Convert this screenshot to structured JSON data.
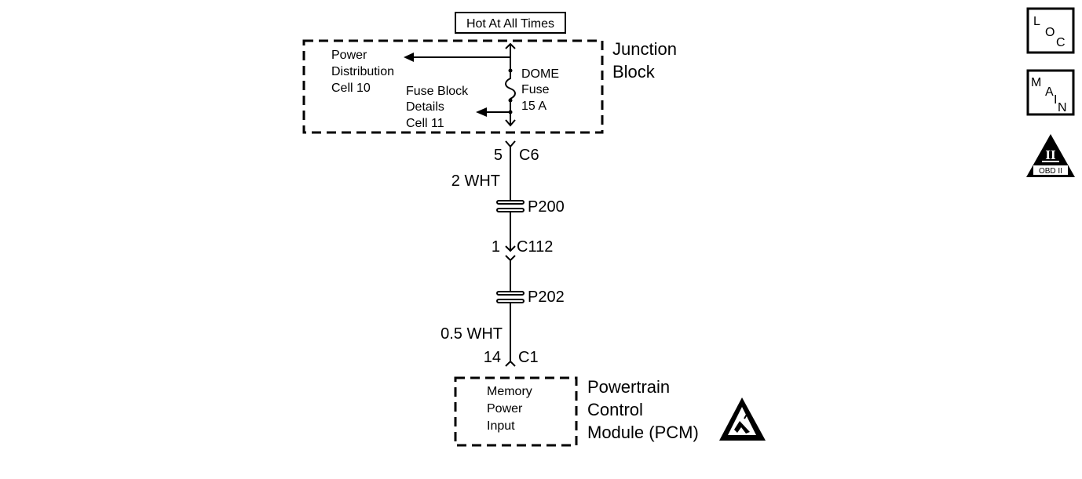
{
  "header": {
    "hot_label": "Hot At All Times"
  },
  "junction_block": {
    "title_line1": "Junction",
    "title_line2": "Block",
    "power_dist_line1": "Power",
    "power_dist_line2": "Distribution",
    "power_dist_line3": "Cell 10",
    "fuse_block_line1": "Fuse Block",
    "fuse_block_line2": "Details",
    "fuse_block_line3": "Cell 11",
    "fuse_line1": "DOME",
    "fuse_line2": "Fuse",
    "fuse_line3": "15 A"
  },
  "circuit": {
    "c6_pin": "5",
    "c6_label": "C6",
    "wire1": "2 WHT",
    "p200": "P200",
    "c112_pin": "1",
    "c112_label": "C112",
    "p202": "P202",
    "wire2": "0.5 WHT",
    "c1_pin": "14",
    "c1_label": "C1"
  },
  "pcm": {
    "inner_line1": "Memory",
    "inner_line2": "Power",
    "inner_line3": "Input",
    "title_line1": "Powertrain",
    "title_line2": "Control",
    "title_line3": "Module (PCM)"
  },
  "side_icons": {
    "loc": [
      "L",
      "O",
      "C"
    ],
    "main": [
      "M",
      "A",
      "I",
      "N"
    ],
    "obd_numeral": "II",
    "obd_label": "OBD II"
  },
  "colors": {
    "line": "#000000",
    "background": "#ffffff"
  }
}
